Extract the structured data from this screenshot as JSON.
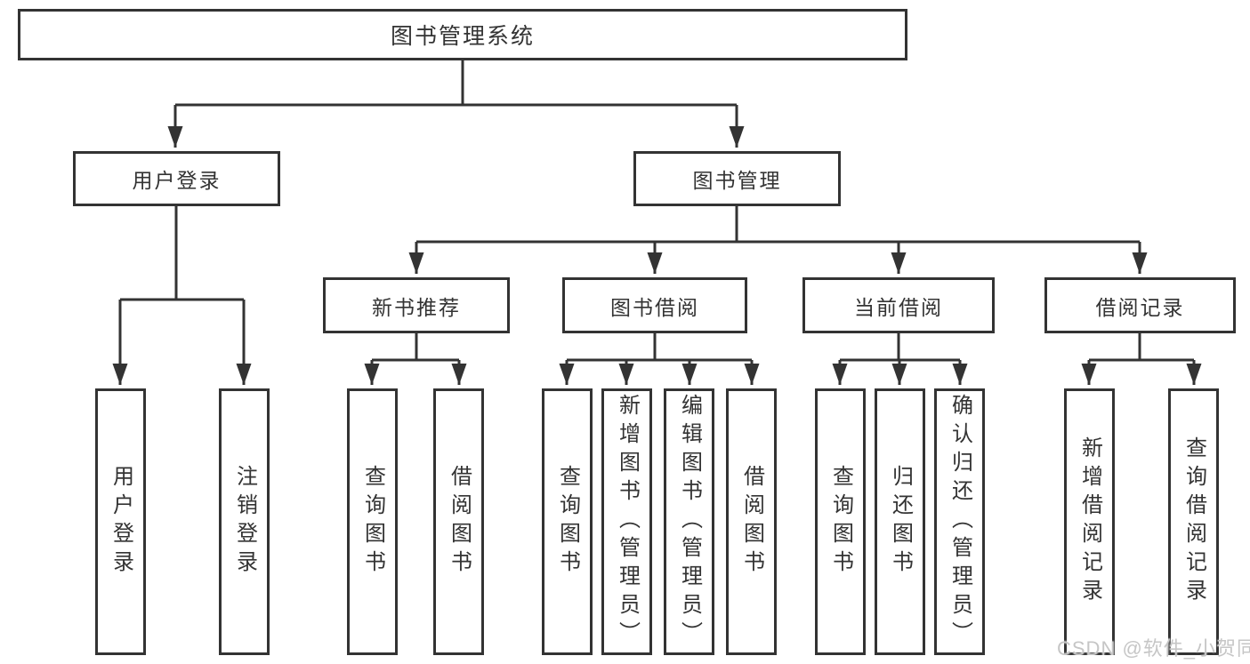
{
  "diagram": {
    "title": "图书管理系统",
    "watermark": "CSDN @软件_小贺同学",
    "colors": {
      "line": "#333333",
      "text": "#333333",
      "background": "#ffffff",
      "watermark": "#c6c6c6"
    },
    "level2": {
      "user_login": "用户登录",
      "book_management": "图书管理"
    },
    "level3": {
      "new_book_recommend": "新书推荐",
      "book_borrow": "图书借阅",
      "current_borrow": "当前借阅",
      "borrow_records": "借阅记录"
    },
    "leaves": {
      "user_login": "用户登录",
      "logout": "注销登录",
      "recommend_query_books": "查询图书",
      "recommend_borrow_books": "借阅图书",
      "borrow_query_books": "查询图书",
      "borrow_add_books_admin": "新增图书（管理员）",
      "borrow_edit_books_admin": "编辑图书（管理员）",
      "borrow_borrow_books": "借阅图书",
      "current_query_books": "查询图书",
      "current_return_books": "归还图书",
      "current_confirm_return_admin": "确认归还（管理员）",
      "records_add_record": "新增借阅记录",
      "records_query_record": "查询借阅记录"
    }
  }
}
